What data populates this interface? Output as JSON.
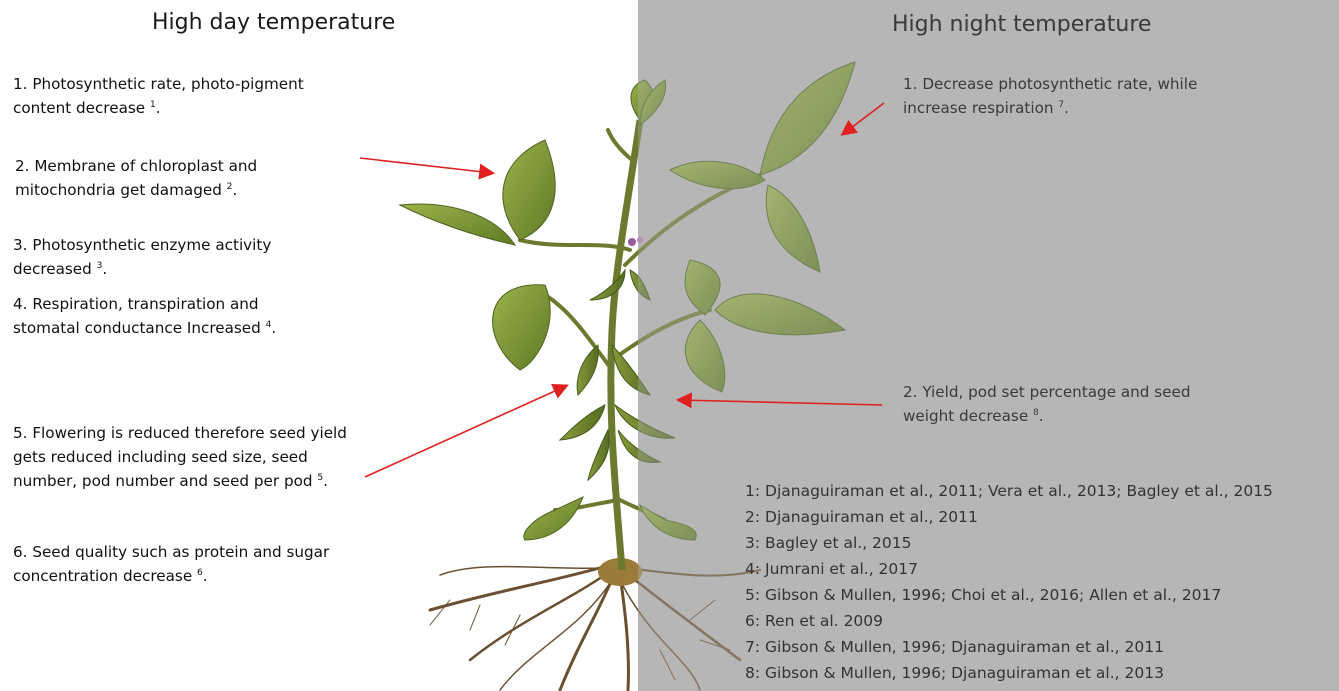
{
  "left": {
    "heading": "High day temperature",
    "items": [
      {
        "text": "1. Photosynthetic rate, photo-pigment content decrease",
        "sup": "1",
        "end": "."
      },
      {
        "text": "2. Membrane of chloroplast and mitochondria get damaged",
        "sup": "2",
        "end": "."
      },
      {
        "text": "3. Photosynthetic enzyme activity decreased",
        "sup": "3",
        "end": "."
      },
      {
        "text": "4. Respiration, transpiration and stomatal conductance Increased",
        "sup": "4",
        "end": "."
      },
      {
        "text": "5. Flowering is reduced therefore seed yield gets reduced including seed size, seed number, pod number and seed per pod",
        "sup": "5",
        "end": "."
      },
      {
        "text": "6. Seed quality such as protein and sugar concentration decrease",
        "sup": "6",
        "end": "."
      }
    ]
  },
  "right": {
    "heading": "High night temperature",
    "items": [
      {
        "text": "1. Decrease photosynthetic rate, while increase respiration",
        "sup": "7",
        "end": "."
      },
      {
        "text": "2. Yield, pod set percentage  and seed weight decrease",
        "sup": "8",
        "end": "."
      }
    ]
  },
  "references": [
    "1: Djanaguiraman et al., 2011; Vera et al., 2013; Bagley et al., 2015",
    "2: Djanaguiraman et al., 2011",
    "3: Bagley et al., 2015",
    "4: Jumrani et al., 2017",
    "5: Gibson & Mullen, 1996; Choi et al., 2016; Allen et al., 2017",
    "6: Ren et al. 2009",
    "7: Gibson & Mullen, 1996; Djanaguiraman et al., 2011",
    "8: Gibson & Mullen, 1996; Djanaguiraman et al., 2013"
  ],
  "colors": {
    "night_panel": "#b6b6b6",
    "arrow": "#e02020",
    "leaf": "#7f9a3a",
    "stem": "#6b7a2e",
    "root": "#6a5030"
  },
  "icons": [
    "soybean-plant-illustration",
    "red-arrow"
  ]
}
